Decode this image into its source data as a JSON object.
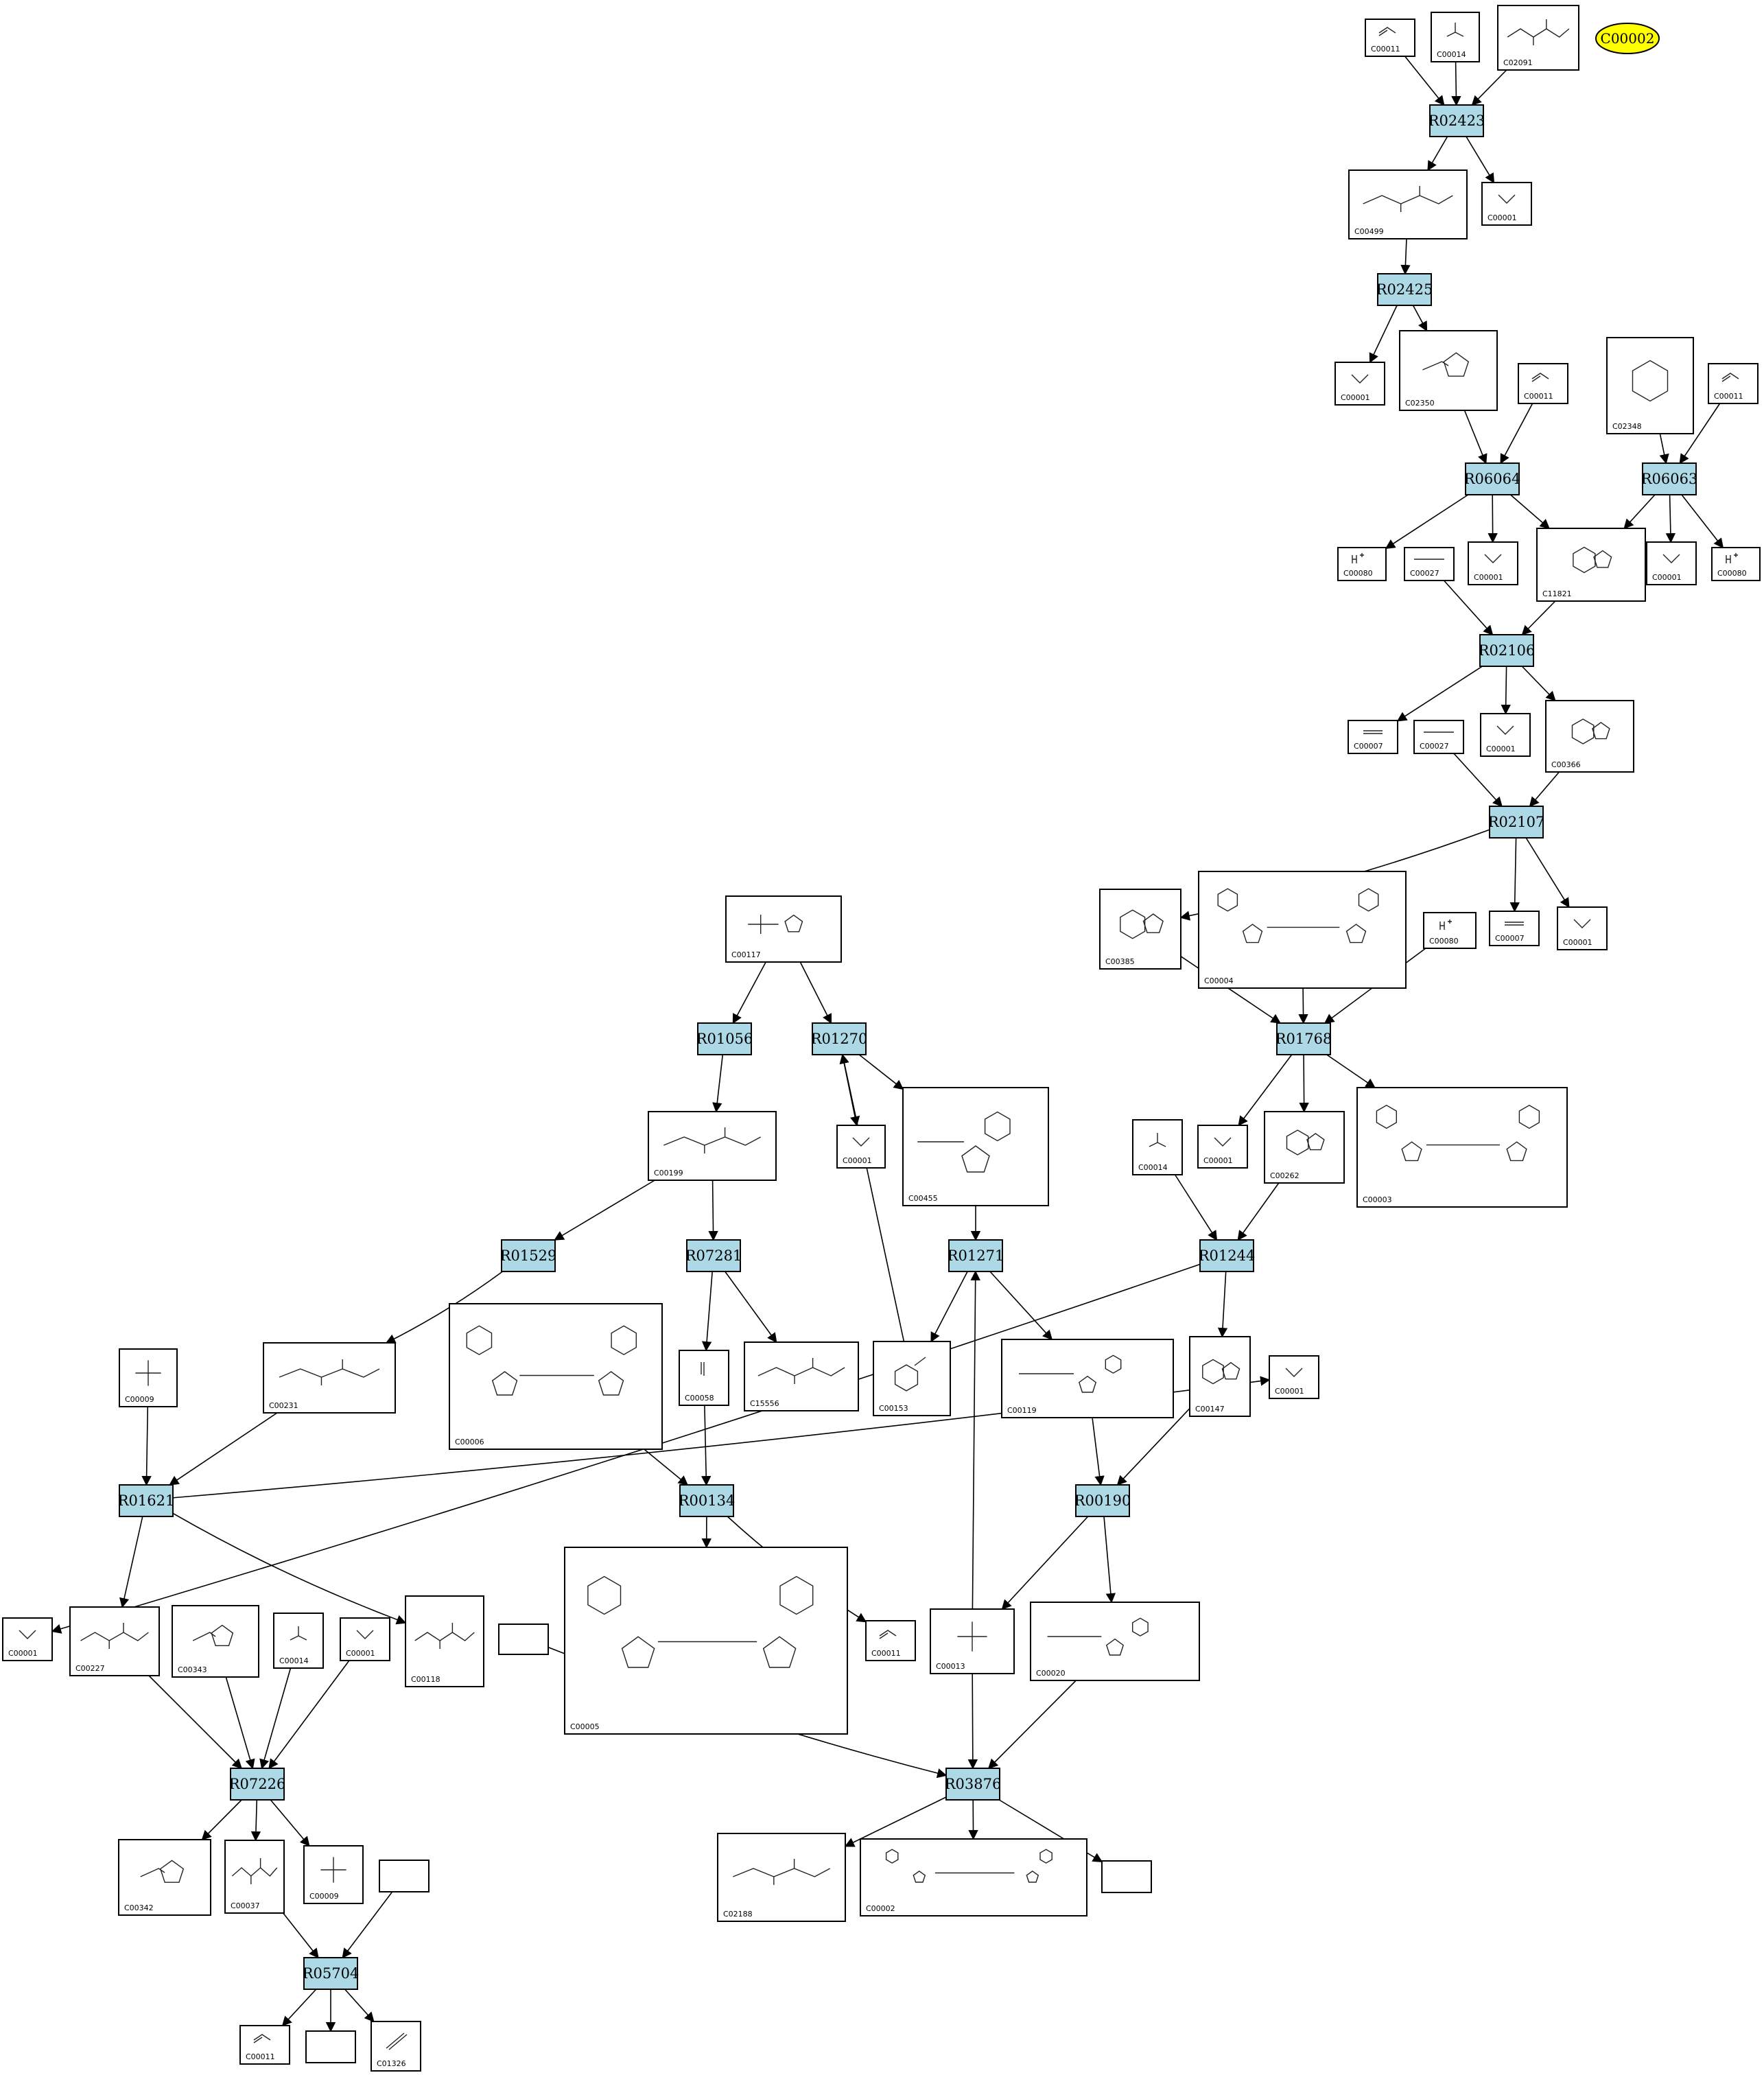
{
  "colors": {
    "reaction_fill": "#add8e6",
    "highlight_fill": "#ffff00",
    "stroke": "#000000",
    "background": "#ffffff"
  },
  "highlight": {
    "id": "C00002"
  },
  "reactions": [
    "R02423",
    "R02425",
    "R06064",
    "R06063",
    "R02106",
    "R02107",
    "R01768",
    "R01056",
    "R01270",
    "R01529",
    "R07281",
    "R01271",
    "R01244",
    "R01621",
    "R00134",
    "R00190",
    "R07226",
    "R03876",
    "R05704"
  ],
  "compounds": [
    {
      "id": "c1",
      "label": "C00011"
    },
    {
      "id": "c2",
      "label": "C00014"
    },
    {
      "id": "c3",
      "label": "C02091"
    },
    {
      "id": "c4",
      "label": "C00499"
    },
    {
      "id": "c5",
      "label": "C00001"
    },
    {
      "id": "c6",
      "label": "C00001"
    },
    {
      "id": "c7",
      "label": "C02350"
    },
    {
      "id": "c8",
      "label": "C00011"
    },
    {
      "id": "c9",
      "label": "C02348"
    },
    {
      "id": "c10",
      "label": "C00011"
    },
    {
      "id": "c11",
      "label": "C00080"
    },
    {
      "id": "c12",
      "label": "C00027"
    },
    {
      "id": "c13",
      "label": "C00001"
    },
    {
      "id": "c14",
      "label": "C11821"
    },
    {
      "id": "c15",
      "label": "C00001"
    },
    {
      "id": "c16",
      "label": "C00080"
    },
    {
      "id": "c17",
      "label": "C00007"
    },
    {
      "id": "c18",
      "label": "C00027"
    },
    {
      "id": "c19",
      "label": "C00001"
    },
    {
      "id": "c20",
      "label": "C00366"
    },
    {
      "id": "c21",
      "label": "C00117"
    },
    {
      "id": "c22",
      "label": "C00385"
    },
    {
      "id": "c23",
      "label": "C00004"
    },
    {
      "id": "c24",
      "label": "C00080"
    },
    {
      "id": "c25",
      "label": "C00007"
    },
    {
      "id": "c26",
      "label": "C00001"
    },
    {
      "id": "c27",
      "label": "C00001"
    },
    {
      "id": "c28",
      "label": "C00455"
    },
    {
      "id": "c29",
      "label": "C00199"
    },
    {
      "id": "c30",
      "label": "C00014"
    },
    {
      "id": "c31",
      "label": "C00001"
    },
    {
      "id": "c32",
      "label": "C00262"
    },
    {
      "id": "c33",
      "label": "C00003"
    },
    {
      "id": "c34",
      "label": "C00009"
    },
    {
      "id": "c35",
      "label": "C00231"
    },
    {
      "id": "c36",
      "label": "C00006"
    },
    {
      "id": "c37",
      "label": "C00058"
    },
    {
      "id": "c38",
      "label": "C15556"
    },
    {
      "id": "c39",
      "label": "C00153"
    },
    {
      "id": "c40",
      "label": "C00119"
    },
    {
      "id": "c41",
      "label": "C00147"
    },
    {
      "id": "c42",
      "label": "C00001"
    },
    {
      "id": "c43",
      "label": "C00001"
    },
    {
      "id": "c44",
      "label": "C00227"
    },
    {
      "id": "c45",
      "label": "C00343"
    },
    {
      "id": "c46",
      "label": "C00014"
    },
    {
      "id": "c47",
      "label": "C00001"
    },
    {
      "id": "c48",
      "label": "C00118"
    },
    {
      "id": "c49",
      "label": ""
    },
    {
      "id": "c50",
      "label": "C00005"
    },
    {
      "id": "c51",
      "label": "C00011"
    },
    {
      "id": "c52",
      "label": "C00013"
    },
    {
      "id": "c53",
      "label": "C00020"
    },
    {
      "id": "c54",
      "label": "C00342"
    },
    {
      "id": "c55",
      "label": "C00037"
    },
    {
      "id": "c56",
      "label": "C00009"
    },
    {
      "id": "c57",
      "label": ""
    },
    {
      "id": "c58",
      "label": "C02188"
    },
    {
      "id": "c59",
      "label": "C00002"
    },
    {
      "id": "c60",
      "label": ""
    },
    {
      "id": "c61",
      "label": "C00011"
    },
    {
      "id": "c62",
      "label": ""
    },
    {
      "id": "c63",
      "label": "C01326"
    }
  ],
  "edges": [
    [
      "c1",
      "R02423"
    ],
    [
      "c2",
      "R02423"
    ],
    [
      "c3",
      "R02423"
    ],
    [
      "R02423",
      "c4"
    ],
    [
      "R02423",
      "c5"
    ],
    [
      "c4",
      "R02425"
    ],
    [
      "R02425",
      "c6"
    ],
    [
      "R02425",
      "c7"
    ],
    [
      "c7",
      "R06064"
    ],
    [
      "c8",
      "R06064"
    ],
    [
      "c9",
      "R06063"
    ],
    [
      "c10",
      "R06063"
    ],
    [
      "R06064",
      "c11"
    ],
    [
      "R06064",
      "c13"
    ],
    [
      "R06064",
      "c14"
    ],
    [
      "R06063",
      "c14"
    ],
    [
      "R06063",
      "c15"
    ],
    [
      "R06063",
      "c16"
    ],
    [
      "c12",
      "R02106"
    ],
    [
      "c14",
      "R02106"
    ],
    [
      "R02106",
      "c17"
    ],
    [
      "R02106",
      "c19"
    ],
    [
      "R02106",
      "c20"
    ],
    [
      "c18",
      "R02107"
    ],
    [
      "c20",
      "R02107"
    ],
    [
      "R02107",
      "c22"
    ],
    [
      "R02107",
      "c25"
    ],
    [
      "R02107",
      "c26"
    ],
    [
      "c22",
      "R01768"
    ],
    [
      "c23",
      "R01768"
    ],
    [
      "c24",
      "R01768"
    ],
    [
      "R01768",
      "c31"
    ],
    [
      "R01768",
      "c32"
    ],
    [
      "R01768",
      "c33"
    ],
    [
      "c30",
      "R01244"
    ],
    [
      "c32",
      "R01244"
    ],
    [
      "R01244",
      "c41"
    ],
    [
      "R01244",
      "c43"
    ],
    [
      "c21",
      "R01056"
    ],
    [
      "c21",
      "R01270"
    ],
    [
      "R01056",
      "c29"
    ],
    [
      "R01270",
      "c27"
    ],
    [
      "R01270",
      "c28"
    ],
    [
      "c39",
      "R01270"
    ],
    [
      "c28",
      "R01271"
    ],
    [
      "R01271",
      "c39"
    ],
    [
      "R01271",
      "c40"
    ],
    [
      "c52",
      "R01271"
    ],
    [
      "c29",
      "R01529"
    ],
    [
      "c29",
      "R07281"
    ],
    [
      "R01529",
      "c35"
    ],
    [
      "R07281",
      "c37"
    ],
    [
      "R07281",
      "c38"
    ],
    [
      "c34",
      "R01621"
    ],
    [
      "c35",
      "R01621"
    ],
    [
      "R01621",
      "c42"
    ],
    [
      "R01621",
      "c44"
    ],
    [
      "R01621",
      "c48"
    ],
    [
      "c36",
      "R00134"
    ],
    [
      "c37",
      "R00134"
    ],
    [
      "R00134",
      "c50"
    ],
    [
      "R00134",
      "c51"
    ],
    [
      "c40",
      "R00190"
    ],
    [
      "c41",
      "R00190"
    ],
    [
      "R00190",
      "c52"
    ],
    [
      "R00190",
      "c53"
    ],
    [
      "c44",
      "R07226"
    ],
    [
      "c45",
      "R07226"
    ],
    [
      "c46",
      "R07226"
    ],
    [
      "c47",
      "R07226"
    ],
    [
      "R07226",
      "c54"
    ],
    [
      "R07226",
      "c55"
    ],
    [
      "R07226",
      "c56"
    ],
    [
      "c49",
      "R03876"
    ],
    [
      "c52",
      "R03876"
    ],
    [
      "c53",
      "R03876"
    ],
    [
      "R03876",
      "c58"
    ],
    [
      "R03876",
      "c59"
    ],
    [
      "R03876",
      "c60"
    ],
    [
      "c55",
      "R05704"
    ],
    [
      "c57",
      "R05704"
    ],
    [
      "R05704",
      "c61"
    ],
    [
      "R05704",
      "c62"
    ],
    [
      "R05704",
      "c63"
    ]
  ]
}
